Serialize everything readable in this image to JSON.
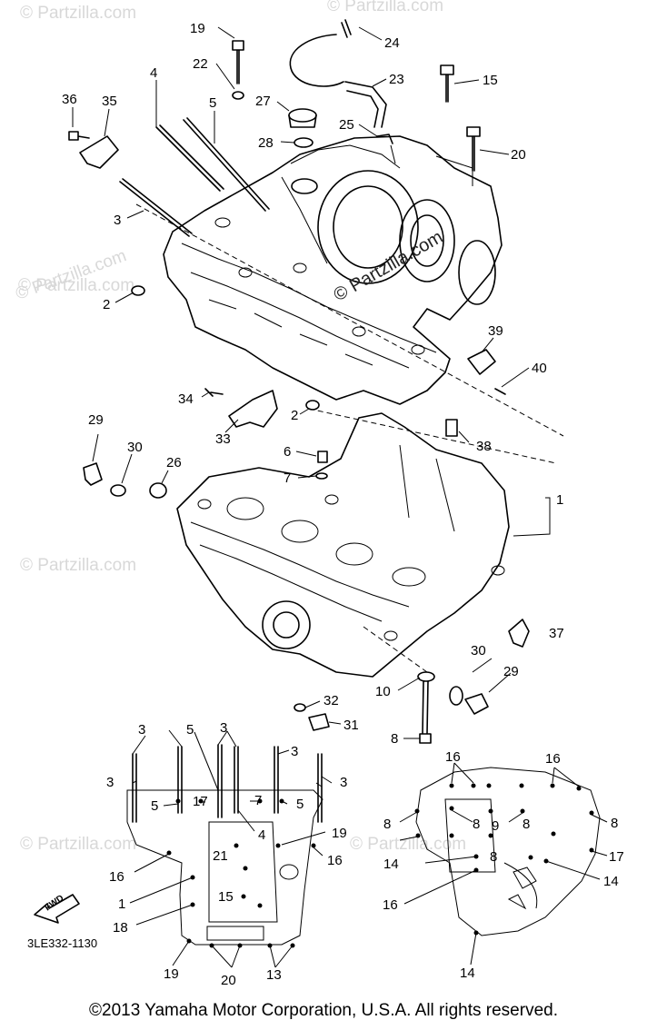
{
  "watermark": {
    "main": "© Partzilla.com",
    "faded": "© Partzilla.com"
  },
  "diagram": {
    "code": "3LE332-1130",
    "fwd_label": "FWD",
    "callouts": {
      "c19_top": "19",
      "c22": "22",
      "c4_top": "4",
      "c5_top": "5",
      "c36": "36",
      "c35": "35",
      "c27": "27",
      "c28": "28",
      "c24": "24",
      "c23": "23",
      "c15": "15",
      "c25": "25",
      "c20_top": "20",
      "c3_top": "3",
      "c2_left": "2",
      "c39": "39",
      "c40": "40",
      "c34": "34",
      "c2_mid": "2",
      "c33": "33",
      "c29_left": "29",
      "c30_left": "30",
      "c26": "26",
      "c6": "6",
      "c7": "7",
      "c38": "38",
      "c1": "1",
      "c37": "37",
      "c30_right": "30",
      "c29_right": "29",
      "c10": "10",
      "c32": "32",
      "c31": "31",
      "c8": "8"
    },
    "inset_left": {
      "l3a": "3",
      "l5a": "5",
      "l3b": "3",
      "l3c": "3",
      "l3d": "3",
      "l3e": "3",
      "l5b": "5",
      "l17": "17",
      "l7": "7",
      "l5c": "5",
      "l4": "4",
      "l19a": "19",
      "l21": "21",
      "l16a": "16",
      "l16b": "16",
      "l1": "1",
      "l15": "15",
      "l18": "18",
      "l19b": "19",
      "l20": "20",
      "l13": "13"
    },
    "inset_right": {
      "r16a": "16",
      "r16b": "16",
      "r8a": "8",
      "r8b": "8",
      "r9": "9",
      "r8c": "8",
      "r8d": "8",
      "r17": "17",
      "r14a": "14",
      "r8e": "8",
      "r14b": "14",
      "r16c": "16",
      "r14c": "14"
    }
  },
  "footer": {
    "copyright": "©2013 Yamaha Motor Corporation, U.S.A. All rights reserved."
  }
}
